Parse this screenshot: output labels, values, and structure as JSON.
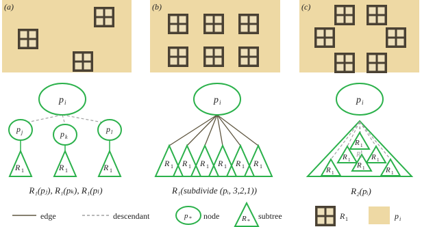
{
  "panels": [
    {
      "label": "(a)",
      "node_label": "p",
      "node_sub": "i",
      "children": [
        {
          "node": "p",
          "sub": "j",
          "subtree": "R",
          "subtree_sub": "1"
        },
        {
          "node": "p",
          "sub": "k",
          "subtree": "R",
          "subtree_sub": "1"
        },
        {
          "node": "p",
          "sub": "l",
          "subtree": "R",
          "subtree_sub": "1"
        }
      ],
      "caption": "R₁(pⱼ), R₁(pₖ), R₁(pₗ)"
    },
    {
      "label": "(b)",
      "node_label": "p",
      "node_sub": "i",
      "subtree_label": "R",
      "subtree_sub": "1",
      "subtree_count": 6,
      "caption": "R₁(subdivide (pᵢ, 3,2,1))"
    },
    {
      "label": "(c)",
      "node_label": "p",
      "node_sub": "i",
      "subtree_label": "R",
      "subtree_sub": "1",
      "ghost_label": "R₁",
      "caption": "R₂(pᵢ)"
    }
  ],
  "legend": {
    "edge": "edge",
    "descendant": "descendant",
    "node_symbol": "p",
    "node_symbol_sub": "*",
    "node": "node",
    "subtree_symbol": "R",
    "subtree_symbol_sub": "*",
    "subtree": "subtree",
    "region_label": "R",
    "region_sub": "1",
    "area_label": "p",
    "area_sub": "i"
  },
  "colors": {
    "area_fill": "#eed9a4",
    "node_stroke": "#2bb14b",
    "edge": "#5f5640",
    "descendant": "#a0a0a0",
    "window_frame": "#4a4133",
    "window_pane": "#eee0bb"
  }
}
